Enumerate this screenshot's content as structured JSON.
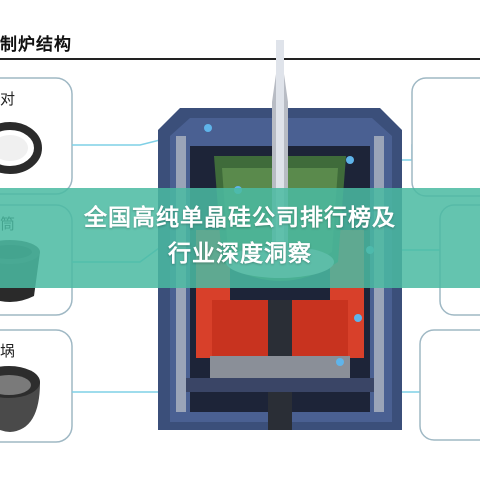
{
  "header": {
    "title": "晶制炉结构",
    "title_visible": "制炉结构"
  },
  "side_labels": {
    "label_1": "对",
    "label_2": "筒",
    "label_3": "埚"
  },
  "banner": {
    "line1": "全国高纯单晶硅公司排行榜及",
    "line2": "行业深度洞察"
  },
  "colors": {
    "banner_bg": "#4abaa2",
    "furnace_wall": "#3b4f7a",
    "crucible_green": "#3f6b3a",
    "heater_red": "#d8402a",
    "callout_line": "#7fd0e6"
  }
}
